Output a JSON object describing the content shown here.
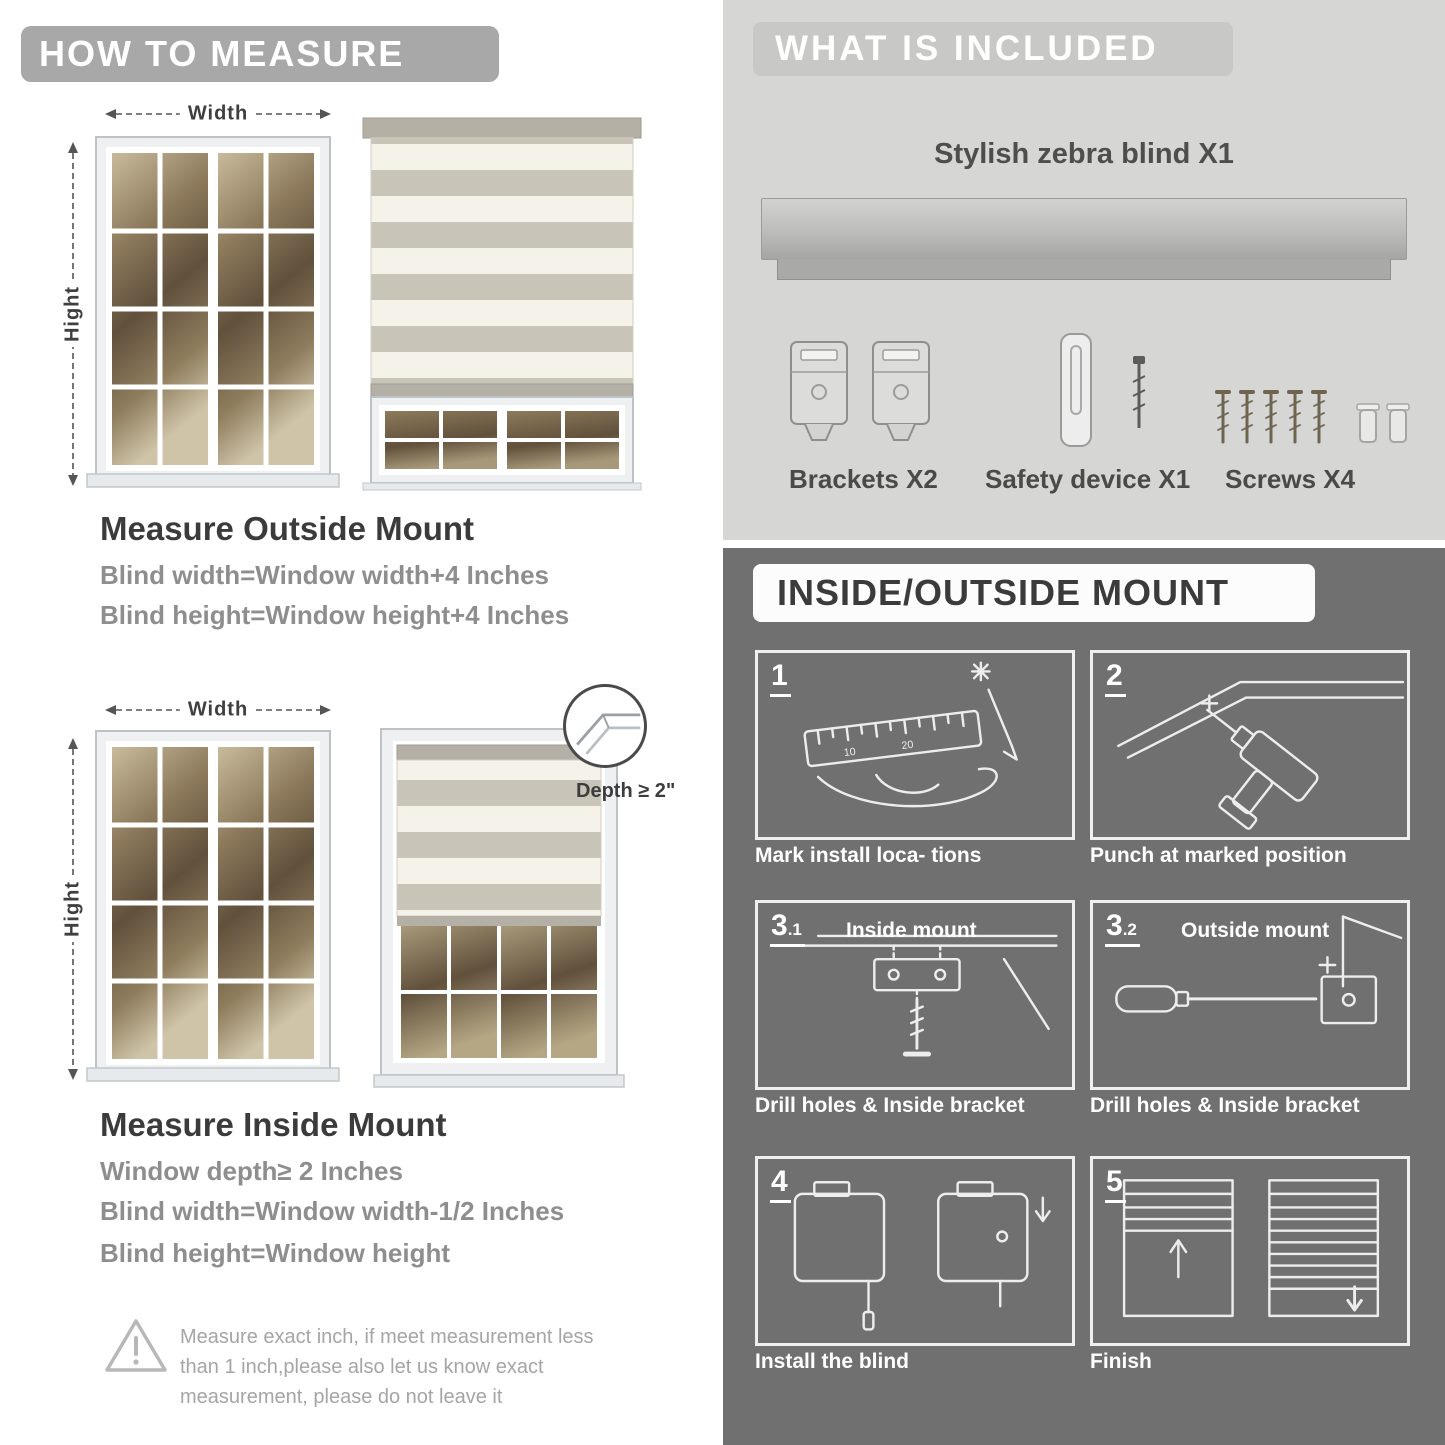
{
  "colors": {
    "left_header_bar": "#a8a8a8",
    "included_background": "#d6d6d5",
    "mount_background": "#707070",
    "dark_text": "#3b3b3b",
    "gray_text": "#8e8e8e"
  },
  "left": {
    "header": "HOW TO MEASURE",
    "outside": {
      "width_label": "Width",
      "height_label": "Hight",
      "title": "Measure Outside Mount",
      "line1": "Blind width=Window width+4 Inches",
      "line2": "Blind height=Window height+4 Inches"
    },
    "inside": {
      "width_label": "Width",
      "height_label": "Hight",
      "depth_label": "Depth ≥ 2\"",
      "title": "Measure Inside Mount",
      "line1": "Window depth≥ 2 Inches",
      "line2": "Blind width=Window width-1/2 Inches",
      "line3": "Blind height=Window height"
    },
    "warning": "Measure exact inch, if meet measurement less than 1 inch,please also let us know exact measurement, please do not leave it"
  },
  "right_top": {
    "header": "WHAT IS INCLUDED",
    "product_label": "Stylish zebra blind X1",
    "items": [
      {
        "label": "Brackets X2",
        "icon": "brackets-icon"
      },
      {
        "label": "Safety device X1",
        "icon": "safety-device-icon"
      },
      {
        "label": "Screws X4",
        "icon": "screws-icon"
      }
    ]
  },
  "right_bottom": {
    "header": "INSIDE/OUTSIDE MOUNT",
    "steps": [
      {
        "num": "1",
        "caption": "Mark install loca- tions",
        "icon": "measure-mark-icon"
      },
      {
        "num": "2",
        "caption": "Punch at  marked position",
        "icon": "drill-icon"
      },
      {
        "num": "3",
        "sub": ".1",
        "title": "Inside mount",
        "caption": "Drill holes &  Inside bracket",
        "icon": "inside-bracket-icon"
      },
      {
        "num": "3",
        "sub": ".2",
        "title": "Outside mount",
        "caption": "Drill holes &  Inside bracket",
        "icon": "outside-bracket-icon"
      },
      {
        "num": "4",
        "caption": "Install the blind",
        "icon": "install-blind-icon"
      },
      {
        "num": "5",
        "caption": "Finish",
        "icon": "finish-blinds-icon"
      }
    ]
  }
}
